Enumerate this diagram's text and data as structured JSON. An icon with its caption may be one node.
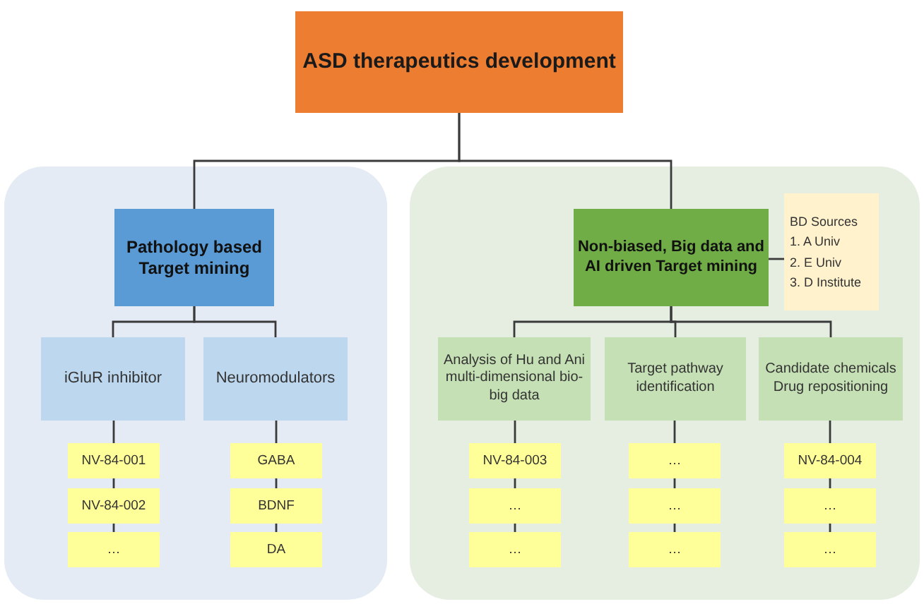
{
  "diagram": {
    "nodes": [
      {
        "text": [
          "ASD therapeutics development"
        ]
      },
      {
        "text": [],
        "shape": "box"
      },
      {
        "text": [],
        "shape": "box"
      },
      {
        "text": [
          "Pathology based Target mining"
        ],
        "in": 1
      },
      {
        "text": [
          "iGluR inhibitor"
        ],
        "in": 1
      },
      {
        "text": [
          "Neuromodulators"
        ],
        "in": 1
      },
      {
        "text": [
          "NV-84-001"
        ],
        "in": 1
      },
      {
        "text": [
          "NV-84-002"
        ],
        "in": 1
      },
      {
        "text": [
          "…"
        ],
        "in": 1
      },
      {
        "text": [
          "GABA"
        ],
        "in": 1
      },
      {
        "text": [
          "BDNF"
        ],
        "in": 1
      },
      {
        "text": [
          "DA"
        ],
        "in": 1
      },
      {
        "text": [
          "Non-biased, Big data and AI driven Target mining"
        ],
        "in": 2
      },
      {
        "text": [
          "BD Sources",
          "1. A Univ",
          "2. E Univ",
          "3. D Institute"
        ],
        "in": 2
      },
      {
        "text": [
          "Analysis of Hu and Ani multi-dimensional bio-big data"
        ],
        "in": 2
      },
      {
        "text": [
          "Target pathway identification"
        ],
        "in": 2
      },
      {
        "text": [
          "Candidate chemicals Drug repositioning"
        ],
        "in": 2
      },
      {
        "text": [
          "NV-84-003"
        ],
        "in": 2
      },
      {
        "text": [
          "…"
        ],
        "in": 2
      },
      {
        "text": [
          "…"
        ],
        "in": 2
      },
      {
        "text": [
          "…"
        ],
        "in": 2
      },
      {
        "text": [
          "…"
        ],
        "in": 2
      },
      {
        "text": [
          "…"
        ],
        "in": 2
      },
      {
        "text": [
          "NV-84-004"
        ],
        "in": 2
      },
      {
        "text": [
          "…"
        ],
        "in": 2
      },
      {
        "text": [
          "…"
        ],
        "in": 2
      }
    ],
    "edges": [
      {
        "from": 0,
        "to": 3,
        "arrow": "none"
      },
      {
        "from": 0,
        "to": 12,
        "arrow": "none"
      },
      {
        "from": 3,
        "to": 4,
        "arrow": "none"
      },
      {
        "from": 3,
        "to": 5,
        "arrow": "none"
      },
      {
        "from": 4,
        "to": 6,
        "arrow": "none"
      },
      {
        "from": 6,
        "to": 7,
        "arrow": "none"
      },
      {
        "from": 7,
        "to": 8,
        "arrow": "none"
      },
      {
        "from": 5,
        "to": 9,
        "arrow": "none"
      },
      {
        "from": 9,
        "to": 10,
        "arrow": "none"
      },
      {
        "from": 10,
        "to": 11,
        "arrow": "none"
      },
      {
        "from": 12,
        "to": 13,
        "arrow": "none"
      },
      {
        "from": 12,
        "to": 14,
        "arrow": "none"
      },
      {
        "from": 12,
        "to": 15,
        "arrow": "none"
      },
      {
        "from": 12,
        "to": 16,
        "arrow": "none"
      },
      {
        "from": 14,
        "to": 17,
        "arrow": "none"
      },
      {
        "from": 17,
        "to": 18,
        "arrow": "none"
      },
      {
        "from": 18,
        "to": 19,
        "arrow": "none"
      },
      {
        "from": 15,
        "to": 20,
        "arrow": "none"
      },
      {
        "from": 20,
        "to": 21,
        "arrow": "none"
      },
      {
        "from": 21,
        "to": 22,
        "arrow": "none"
      },
      {
        "from": 16,
        "to": 23,
        "arrow": "none"
      },
      {
        "from": 23,
        "to": 24,
        "arrow": "none"
      },
      {
        "from": 24,
        "to": 25,
        "arrow": "none"
      }
    ]
  }
}
